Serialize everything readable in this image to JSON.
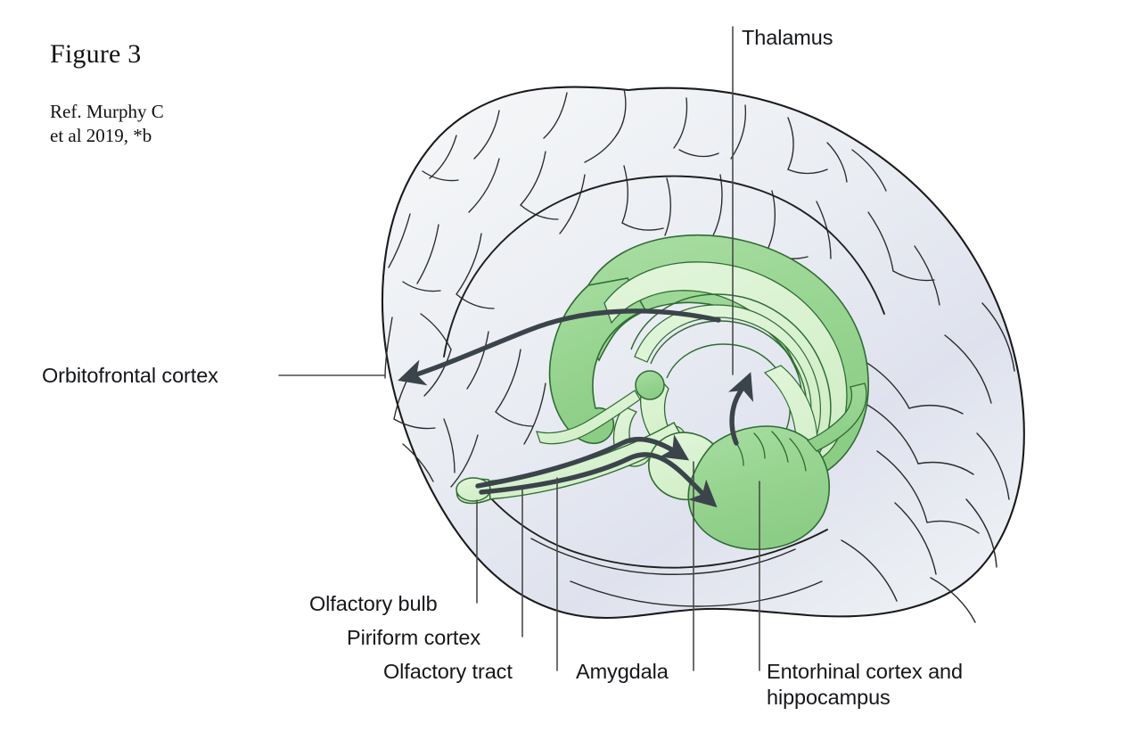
{
  "figure": {
    "number": "Figure 3",
    "reference_line1": "Ref. Murphy C",
    "reference_line2": "et al 2019, *b"
  },
  "diagram": {
    "subject": "Mid-sagittal human brain showing the olfactory and limbic pathways",
    "labels": {
      "thalamus": "Thalamus",
      "orbitofrontal_cortex": "Orbitofrontal cortex",
      "olfactory_bulb": "Olfactory bulb",
      "piriform_cortex": "Piriform cortex",
      "olfactory_tract": "Olfactory tract",
      "amygdala": "Amygdala",
      "entorhinal_line1": "Entorhinal cortex and",
      "entorhinal_line2": "hippocampus"
    }
  },
  "colors": {
    "background": "#ffffff",
    "cortex_fill_light": "#eef1f4",
    "cortex_fill_shadow": "#dcdfeb",
    "outline": "#1a1a1a",
    "sulci": "#2a2a2a",
    "limbic_green_mid": "#9bd697",
    "limbic_green_pale": "#d9f2cf",
    "limbic_green_edge": "#2f6b34",
    "arrow": "#3b444a",
    "leader_line": "#4a4a4a",
    "text": "#14161a"
  }
}
